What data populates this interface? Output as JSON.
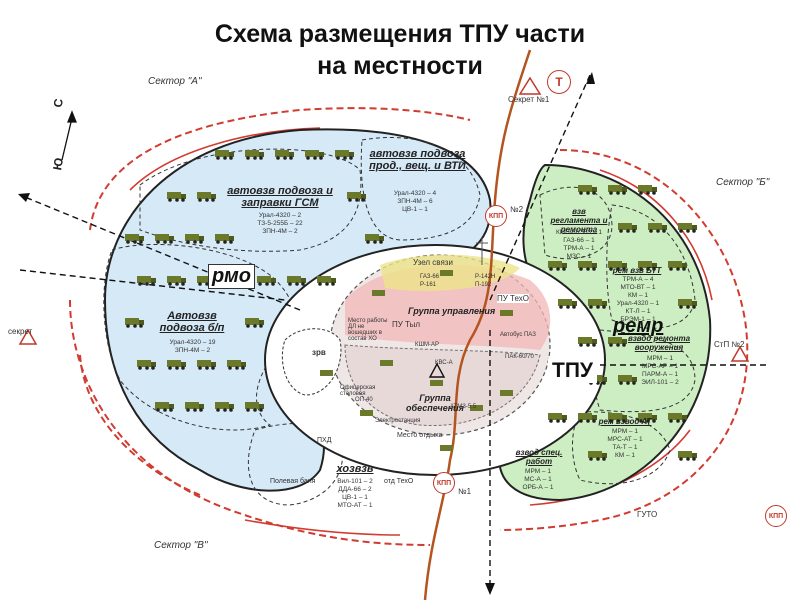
{
  "title": {
    "line1": "Схема размещения ТПУ части",
    "line2": "на местности"
  },
  "compass": {
    "north": "С",
    "south": "Ю"
  },
  "sectors": {
    "a": "Сектор \"А\"",
    "b": "Сектор \"Б\"",
    "v": "Сектор \"В\""
  },
  "posts": {
    "secret1": "Секрет №1",
    "secret": "секрет",
    "stp2": "СтП №2",
    "guto": "ГУТО",
    "t_sign": "Т"
  },
  "checkpoints": {
    "kpp": "КПП",
    "kpp1_no": "№1",
    "kpp2_no": "№2"
  },
  "left_units": {
    "gsm": {
      "title": "автовзв подвоза и заправки ГСМ",
      "list": [
        "Урал-4320 – 2",
        "ТЗ-5-255Б – 22",
        "ЗПН-4М – 2"
      ]
    },
    "vti": {
      "title": "автовзв подвоза прод., вещ. и ВТИ",
      "list": [
        "Урал-4320 – 4",
        "ЗПН-4М – 6",
        "ЦВ-1 – 1"
      ]
    },
    "bp": {
      "title": "Автовзв подвоза б/п",
      "list": [
        "Урал-4320 – 19",
        "ЗПН-4М – 2"
      ]
    },
    "khoz": {
      "title": "хозвзв",
      "list": [
        "Вил-101 – 2",
        "ДДА-66 – 2",
        "ЦВ-1 – 1",
        "МТО-АТ – 1"
      ]
    },
    "rmo": "рмо",
    "field_bath": "Полевая баня",
    "ptkh": "отд ТехО",
    "pkhd": "ПХД"
  },
  "right_units": {
    "remr": "ремр",
    "reglament": {
      "title": "взв регламента и ремонта",
      "list": [
        "КМП-86Э63 – 1",
        "ГАЗ-66 – 1",
        "ТРМ-А – 1",
        "МЗС – 1"
      ]
    },
    "btt": {
      "title": "рем взв БТТ",
      "list": [
        "ТРМ-А – 4",
        "МТО-ВТ – 1",
        "КМ – 1",
        "Урал-4320 – 1",
        "КТ-Л – 1",
        "БРЭМ-1 – 1"
      ]
    },
    "weapon": {
      "title": "взвод ремонта вооружения",
      "list": [
        "МРМ – 1",
        "МРС-АР – 1",
        "ПАРМ-А – 1",
        "ЭИЛ-101 – 2"
      ]
    },
    "at": {
      "title": "рем взвод АТ",
      "list": [
        "МРМ – 1",
        "МРС-АТ – 1",
        "ТА-Т – 1",
        "КМ – 1"
      ]
    },
    "spec": {
      "title": "взвод спец. работ",
      "list": [
        "МРМ – 1",
        "МС-А – 1",
        "ОРБ-А – 1"
      ]
    }
  },
  "center": {
    "tpu": "ТПУ",
    "svyaz": "Узел связи",
    "pu_teho": "ПУ ТехО",
    "pu_tyl": "ПУ Тыл",
    "upravlenie": "Группа управления",
    "obespechenie": "Группа обеспечения",
    "zrv": "зрв",
    "mesto_raboty": "Место работы ДЛ не вошедших в состав ХО",
    "mesto_otdykha": "Место отдыха",
    "oficerskaya": "Офицерская столовая",
    "vehicles": [
      "ГАЗ-66",
      "Р-142Н",
      "Р-161",
      "П-192",
      "КШМ-АР",
      "КВС-А",
      "Автобус ПАЗ",
      "ПАК-60/70",
      "ОП-40",
      "АТМЗ-5,5",
      "Электростанция"
    ]
  },
  "colors": {
    "left_fill": "#d6e9f7",
    "right_fill": "#cdeec2",
    "center_fill": "#efe6e6",
    "pink": "#f3b7b7",
    "road": "#b4541f",
    "perimeter": "#d13b30",
    "vehicle": "#6a7a2a"
  },
  "icons": [
    "compass-arrow-icon",
    "truck-icon",
    "checkpoint-icon",
    "triangle-sign-icon",
    "antenna-icon"
  ]
}
